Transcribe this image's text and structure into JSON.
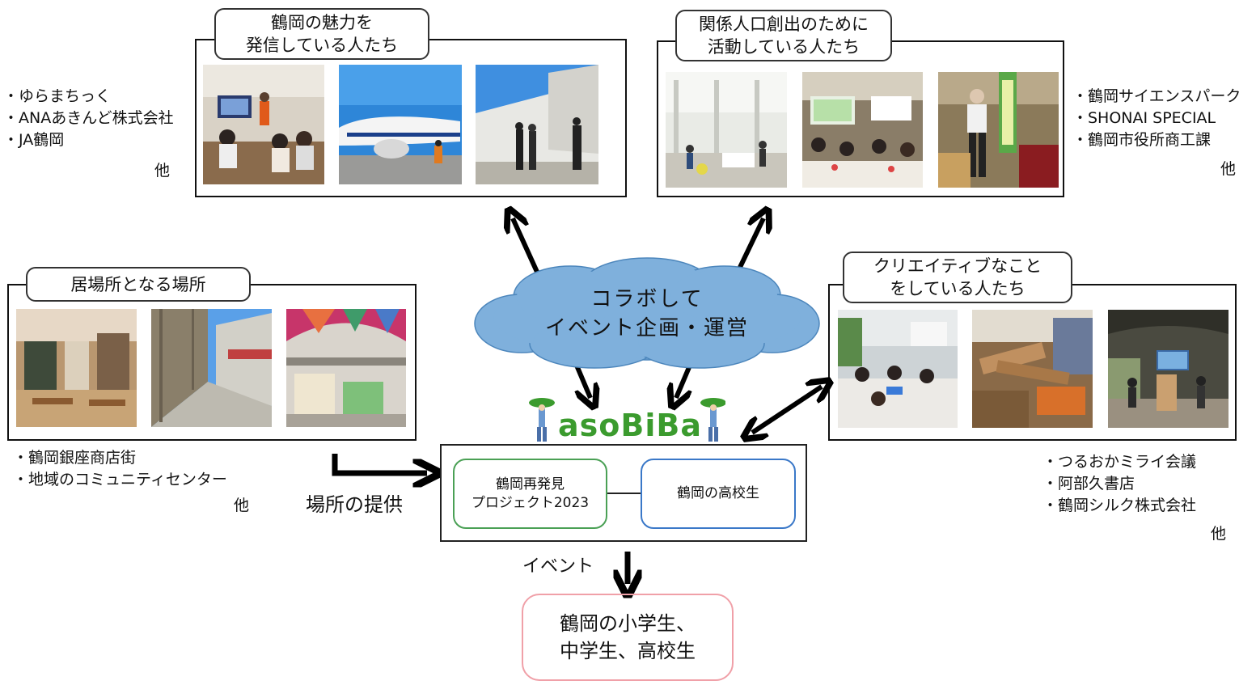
{
  "panels": {
    "top_left": {
      "title": "鶴岡の魅力を\n発信している人たち",
      "items": [
        "・ゆらまちっく",
        "・ANAあきんど株式会社",
        "・JA鶴岡"
      ],
      "other": "他"
    },
    "top_right": {
      "title": "関係人口創出のために\n活動している人たち",
      "items": [
        "・鶴岡サイエンスパーク",
        "・SHONAI SPECIAL",
        "・鶴岡市役所商工課"
      ],
      "other": "他"
    },
    "mid_left": {
      "title": "居場所となる場所",
      "items": [
        "・鶴岡銀座商店街",
        "・地域のコミュニティセンター"
      ],
      "other": "他"
    },
    "mid_right": {
      "title": "クリエイティブなこと\nをしている人たち",
      "items": [
        "・つるおかミライ会議",
        "・阿部久書店",
        "・鶴岡シルク株式会社"
      ],
      "other": "他"
    }
  },
  "cloud": {
    "text": "コラボして\nイベント企画・運営"
  },
  "logo": {
    "text": "asoBiBa"
  },
  "center": {
    "left_box": "鶴岡再発見\nプロジェクト2023",
    "right_box": "鶴岡の高校生"
  },
  "place_label": "場所の提供",
  "event_label": "イベント",
  "target_box": "鶴岡の小学生、\n中学生、高校生",
  "colors": {
    "cloud": "#7fb0dc",
    "green_border": "#4aa055",
    "blue_border": "#3a78c8",
    "pink_border": "#f0a0a8",
    "logo_green": "#3b9b2e"
  }
}
